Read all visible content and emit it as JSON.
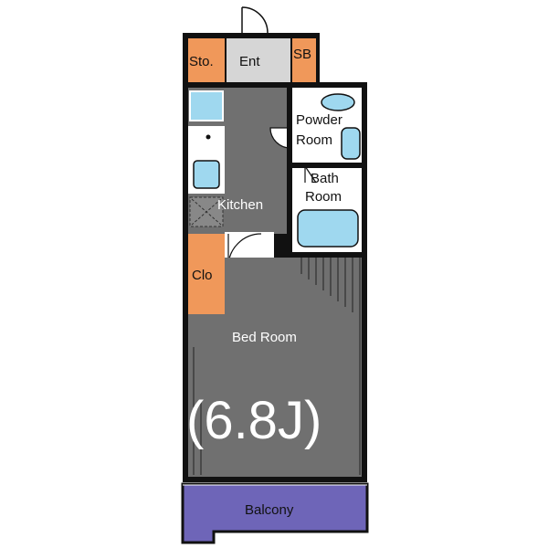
{
  "rooms": {
    "storage": "Sto.",
    "entrance": "Ent",
    "shoe_box": "SB",
    "powder_room": [
      "Powder",
      "Room"
    ],
    "bath_room": [
      "Bath",
      "Room"
    ],
    "kitchen": "Kitchen",
    "closet": "Clo",
    "bed_room": "Bed Room",
    "bed_room_size": "(6.8J)",
    "balcony": "Balcony"
  },
  "colors": {
    "wall": "#111111",
    "floor_main": "#707070",
    "entrance_floor": "#d6d6d6",
    "storage": "#f0985a",
    "wet_area": "#ffffff",
    "fixture": "#9fd8ef",
    "balcony": "#6e65b8"
  }
}
